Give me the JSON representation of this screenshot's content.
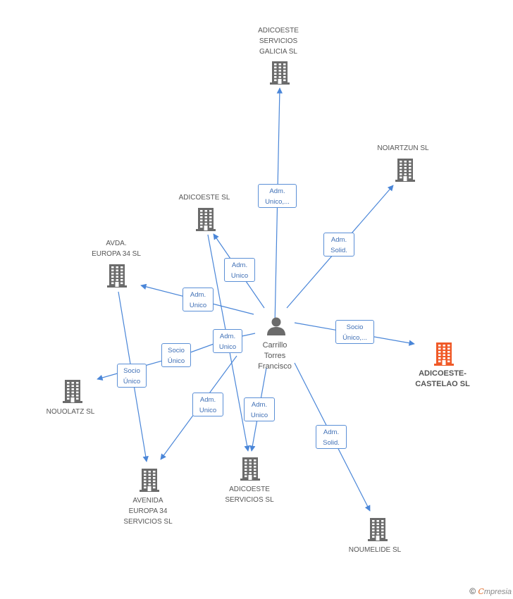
{
  "colors": {
    "edge": "#4a86d8",
    "building": "#6b6b6b",
    "building_highlight": "#f05a28",
    "person": "#6b6b6b"
  },
  "person": {
    "name": "Carrillo\nTorres\nFrancisco",
    "icon": "person-icon"
  },
  "companies": [
    {
      "id": "galicia",
      "label": "ADICOESTE\nSERVICIOS\nGALICIA  SL",
      "highlight": false
    },
    {
      "id": "noiartzun",
      "label": "NOIARTZUN SL",
      "highlight": false
    },
    {
      "id": "adicoeste",
      "label": "ADICOESTE SL",
      "highlight": false
    },
    {
      "id": "avda",
      "label": "AVDA.\nEUROPA 34 SL",
      "highlight": false
    },
    {
      "id": "castelao",
      "label": "ADICOESTE-\nCASTELAO SL",
      "highlight": true
    },
    {
      "id": "nuovolatz",
      "label": "NOUOLATZ SL",
      "highlight": false
    },
    {
      "id": "avenida",
      "label": "AVENIDA\nEUROPA 34\nSERVICIOS  SL",
      "highlight": false
    },
    {
      "id": "servicios",
      "label": "ADICOESTE\nSERVICIOS  SL",
      "highlight": false
    },
    {
      "id": "noumelide",
      "label": "NOUMELIDE SL",
      "highlight": false
    }
  ],
  "edges": [
    {
      "label": "Adm.\nUnico,..."
    },
    {
      "label": "Adm.\nSolid."
    },
    {
      "label": "Adm.\nUnico"
    },
    {
      "label": "Adm.\nUnico"
    },
    {
      "label": "Socio\nÚnico,..."
    },
    {
      "label": "Socio\nÚnico"
    },
    {
      "label": "Adm.\nUnico"
    },
    {
      "label": "Socio\nÚnico"
    },
    {
      "label": "Adm.\nUnico"
    },
    {
      "label": "Adm.\nUnico"
    },
    {
      "label": "Adm.\nSolid."
    }
  ],
  "footer": {
    "copyright": "©",
    "brand_first": "C",
    "brand_rest": "mpresia"
  }
}
